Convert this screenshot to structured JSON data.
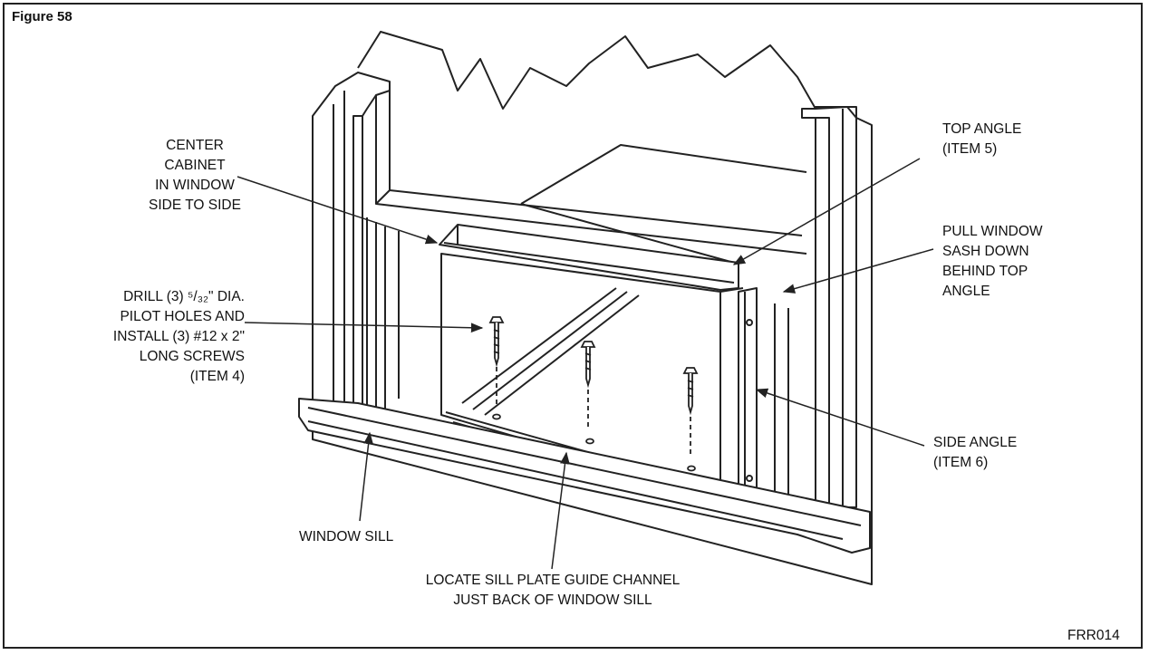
{
  "figure": {
    "title": "Figure 58",
    "code": "FRR014"
  },
  "callouts": {
    "center_cabinet": [
      "CENTER",
      "CABINET",
      "IN WINDOW",
      "SIDE TO SIDE"
    ],
    "drill": {
      "line1": "DRILL (3) ⁵/₃₂\" DIA.",
      "line2": "PILOT HOLES AND",
      "line3": "INSTALL (3) #12 x 2\"",
      "line4": "LONG SCREWS",
      "line5": "(ITEM 4)"
    },
    "window_sill": "WINDOW SILL",
    "sill_plate": [
      "LOCATE SILL PLATE GUIDE CHANNEL",
      "JUST BACK OF WINDOW SILL"
    ],
    "top_angle": [
      "TOP ANGLE",
      "(ITEM 5)"
    ],
    "pull_window": [
      "PULL WINDOW",
      "SASH DOWN",
      "BEHIND TOP",
      "ANGLE"
    ],
    "side_angle": [
      "SIDE ANGLE",
      "(ITEM 6)"
    ]
  },
  "colors": {
    "line": "#222222",
    "wall_fill": "#ffffff"
  }
}
